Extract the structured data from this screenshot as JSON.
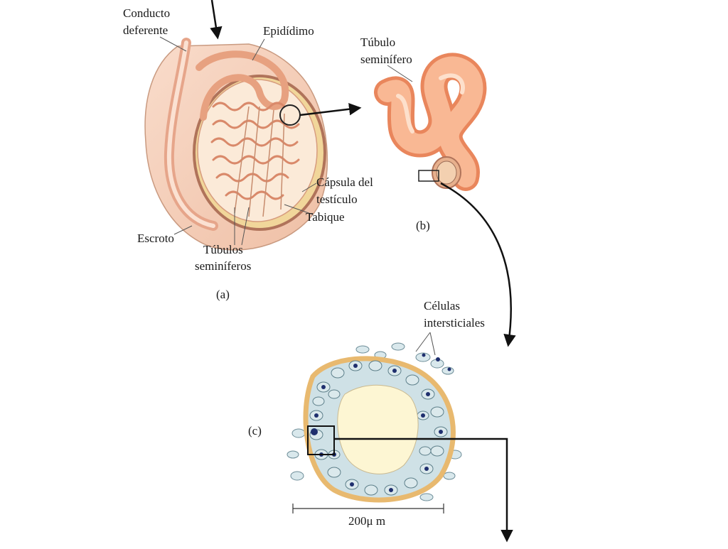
{
  "labels": {
    "conducto_deferente_1": "Conducto",
    "conducto_deferente_2": "deferente",
    "epididimo": "Epidídimo",
    "tubulo_seminifero_1": "Túbulo",
    "tubulo_seminifero_2": "seminífero",
    "capsula_1": "Cápsula del",
    "capsula_2": "testículo",
    "tabique": "Tabique",
    "escroto": "Escroto",
    "tubulos_seminiferos_1": "Túbulos",
    "tubulos_seminiferos_2": "seminíferos",
    "celulas_1": "Células",
    "celulas_2": "intersticiales",
    "scale": "200μ m"
  },
  "panels": {
    "a": "(a)",
    "b": "(b)",
    "c": "(c)"
  },
  "colors": {
    "scrotum_fill": "#f6d2bf",
    "skin_outline": "#c99a80",
    "tubule_fill": "#f7a77e",
    "tubule_highlight": "#fbd3bb",
    "capsule_yellow": "#f1d69a",
    "capsule_brown": "#b0735a",
    "lumen_fill": "#fdf6d3",
    "cell_fill": "#cfe1e6",
    "nucleus": "#1f2f6e",
    "arrow": "#111111"
  }
}
